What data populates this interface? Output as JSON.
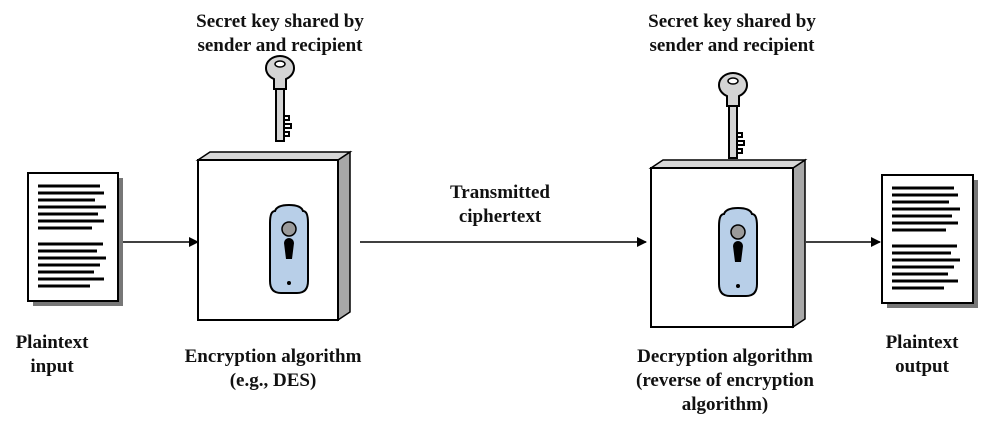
{
  "key_left_label": [
    "Secret key shared by",
    "sender and recipient"
  ],
  "key_right_label": [
    "Secret key shared by",
    "sender and recipient"
  ],
  "plaintext_input_label": [
    "Plaintext",
    "input"
  ],
  "encryption_label": [
    "Encryption algorithm",
    "(e.g., DES)"
  ],
  "ciphertext_label": [
    "Transmitted",
    "ciphertext"
  ],
  "decryption_label": [
    "Decryption algorithm",
    "(reverse of encryption",
    "algorithm)"
  ],
  "plaintext_output_label": [
    "Plaintext",
    "output"
  ],
  "icons": [
    "key-icon",
    "document-icon",
    "keyhole-icon",
    "arrow-icon"
  ],
  "colors": {
    "box_face": "#ffffff",
    "box_side": "#a8a8a8",
    "keyhole_plate": "#b8cfe8",
    "key_fill": "#d4d4d4",
    "ink": "#000000"
  }
}
